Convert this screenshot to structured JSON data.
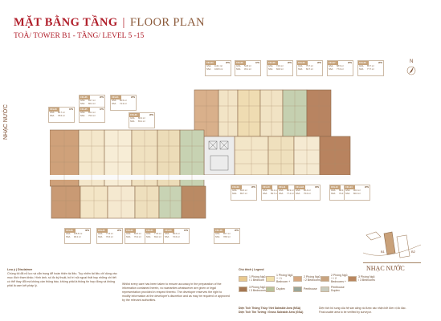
{
  "header": {
    "title_vi": "MẶT BẰNG TẦNG",
    "separator": "|",
    "title_en": "FLOOR PLAN",
    "subtitle": "TOÀ/ TOWER B1 - TẦNG/ LEVEL 5 -15"
  },
  "side_label": "NHẠC NƯỚC",
  "compass_label": "N",
  "unit_cards_top": [
    {
      "code": "C01-03",
      "bed": "2PN",
      "r1": "113.1 m²",
      "r2": "100.8 m²"
    },
    {
      "code": "C01-06",
      "bed": "1PN",
      "r1": "52.8 m²",
      "r2": "45.1 m²"
    },
    {
      "code": "C01-06",
      "bed": "2PN",
      "r1": "74.9 m²",
      "r2": "66.8 m²"
    },
    {
      "code": "C01-05",
      "bed": "2PN",
      "r1": "75.7 m²",
      "r2": "66.7 m²"
    },
    {
      "code": "C01-07",
      "bed": "2PN",
      "r1": "88.5 m²",
      "r2": "77.6 m²"
    },
    {
      "code": "C01-08",
      "bed": "2PN",
      "r1": "85.7 m²",
      "r2": "77.7 m²"
    }
  ],
  "unit_cards_left": [
    {
      "code": "C01-36",
      "bed": "2PN",
      "r1": "84.7 m²",
      "r2": "86.2 m²"
    },
    {
      "code": "C01-31",
      "bed": "2PN",
      "r1": "82.5 m²",
      "r2": "74.3 m²"
    },
    {
      "code": "C01-33",
      "bed": "1PN",
      "r1": "86.7 m²",
      "r2": "78.6 m²"
    },
    {
      "code": "C01-35",
      "bed": "1PN",
      "r1": "85.2 m²",
      "r2": "75.6 m²"
    },
    {
      "code": "C01-30",
      "bed": "2PN",
      "r1": "86.2 m²",
      "r2": "83.1 m²"
    }
  ],
  "unit_cards_right": [
    {
      "code": "C01-09",
      "bed": "2PN",
      "r1": "84.6 m²",
      "r2": "89.7 m²"
    },
    {
      "code": "C01-10",
      "bed": "2PN",
      "r1": "84.1 m²",
      "r2": "89.7 m²"
    },
    {
      "code": "C01-11",
      "bed": "3PN",
      "r1": "86.9 m²",
      "r2": "77.4 m²"
    },
    {
      "code": "C01-12A",
      "bed": "3PN",
      "r1": "86.4 m²",
      "r2": "75.6 m²"
    },
    {
      "code": "C01-13",
      "bed": "3PN",
      "r1": "88.2 m²",
      "r2": "79.4 m²"
    },
    {
      "code": "C01-14",
      "bed": "2PN",
      "r1": "90.0 m²",
      "r2": "80.6 m²"
    }
  ],
  "unit_cards_bottom": [
    {
      "code": "C01-26",
      "bed": "3PN",
      "r1": "105.8 m²",
      "r2": "96.2 m²"
    },
    {
      "code": "C01-25",
      "bed": "2PN",
      "r1": "77.5 m²",
      "r2": "70.6 m²"
    },
    {
      "code": "C01-22",
      "bed": "2PN",
      "r1": "84.5 m²",
      "r2": "76.4 m²"
    },
    {
      "code": "C01-21",
      "bed": "2PN",
      "r1": "77.8 m²",
      "r2": "69.4 m²"
    },
    {
      "code": "C01-20",
      "bed": "1PN",
      "r1": "80.6 m²",
      "r2": "72.6 m²"
    },
    {
      "code": "C01-18",
      "bed": "2PN",
      "r1": "85.7 m²",
      "r2": "78.8 m²"
    }
  ],
  "card_row_labels": {
    "r1": "GSA",
    "r2": "NSA"
  },
  "footer_left": {
    "label": "Lưu ý | Disclaimer",
    "text": "Chúng tôi đã nỗ lực và cẩn trọng để hoàn thiện tài liệu. Tuy nhiên tài liệu chỉ dùng vào mục đích tham khảo. Hình ảnh, số đo ký thuật, bố trí nội ngoại thất hay những chi tiết có thể thay đổi mà không cần thông báo, không phải là thông tin hợp đồng và không phải là cam kết pháp lý."
  },
  "footer_mid": "Whilst every care has been taken to ensure accuracy in the preparation of the information contained herein, no warranties whatsoever are given or legal representation provided in respect thereto. The developer reserves the right to modify information at the developer's discretion and as may be required or approved by the relevant authorities.",
  "legend": {
    "title": "Chú thích | Legend",
    "items": [
      {
        "label": "1 Phòng Ngủ / 1 Bedroom",
        "color": "#e9c98f"
      },
      {
        "label": "1 Phòng Ngủ + / 1 Bedroom +",
        "color": "#f0dfa9"
      },
      {
        "label": "2 Phòng Ngủ / 2 Bedrooms",
        "color": "#d6a780"
      },
      {
        "label": "2 Phòng Ngủ + / 2 Bedrooms +",
        "color": "#c8a37f"
      },
      {
        "label": "3 Phòng Ngủ / 3 Bedrooms",
        "color": "#b9865f"
      },
      {
        "label": "3 Phòng Ngủ / 3 Bedrooms",
        "color": "#a47652"
      },
      {
        "label": "Duplex",
        "color": "#b8c29b"
      },
      {
        "label": "Penthouse",
        "color": "#9aa69a"
      },
      {
        "label": "Penthouse Duplex",
        "color": "#c9ccbf"
      }
    ]
  },
  "notes": [
    {
      "a": "Diện Tích Thông Thủy / Net Saleable Area (NSA)",
      "b": "Diện tích bố sung của hệ sàn căng và được xác nhận bởi đơn vị đo đạc."
    },
    {
      "a": "Diện Tích Tim Tường / Gross Saleable Area (GSA)",
      "b": "Final usable area to be verified by surveyor."
    }
  ],
  "keymap": {
    "tag1": "B1",
    "tag2": "B2",
    "label": "NHẠC NƯỚC"
  },
  "colors": {
    "accent": "#b01e2a",
    "brown": "#7a4a2c",
    "code_bg": "#c6a37b"
  }
}
